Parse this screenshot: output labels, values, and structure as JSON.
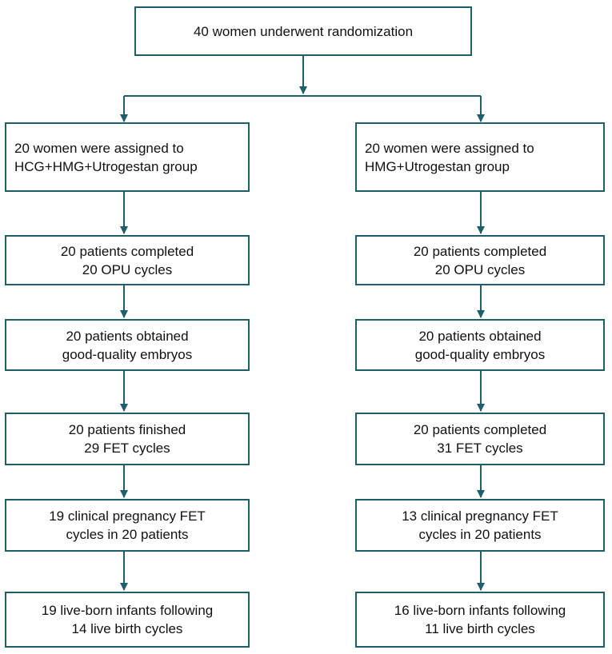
{
  "colors": {
    "border": "#1f5f6b",
    "connector": "#1f5f6b",
    "text": "#111111",
    "background": "#ffffff"
  },
  "top": {
    "line1": "40 women underwent  randomization"
  },
  "left_group": {
    "assigned": {
      "line1": "20  women were assigned  to",
      "line2": "HCG+HMG+Utrogestan group"
    },
    "opu": {
      "line1": "20 patients completed",
      "line2": "20 OPU cycles"
    },
    "embryos": {
      "line1": "20 patients obtained",
      "line2": "good-quality embryos"
    },
    "fet": {
      "line1": "20 patients finished",
      "line2": "29 FET cycles"
    },
    "pregnancy": {
      "line1": "19 clinical pregnancy FET",
      "line2": "cycles in 20 patients"
    },
    "live_birth": {
      "line1": "19 live-born infants following",
      "line2": "14 live birth cycles"
    }
  },
  "right_group": {
    "assigned": {
      "line1": "20  women were assigned  to",
      "line2": "HMG+Utrogestan group"
    },
    "opu": {
      "line1": "20 patients completed",
      "line2": "20 OPU cycles"
    },
    "embryos": {
      "line1": "20 patients obtained",
      "line2": "good-quality embryos"
    },
    "fet": {
      "line1": "20 patients completed",
      "line2": "31 FET cycles"
    },
    "pregnancy": {
      "line1": "13 clinical pregnancy FET",
      "line2": "cycles in 20 patients"
    },
    "live_birth": {
      "line1": "16 live-born infants following",
      "line2": "11 live birth cycles"
    }
  }
}
